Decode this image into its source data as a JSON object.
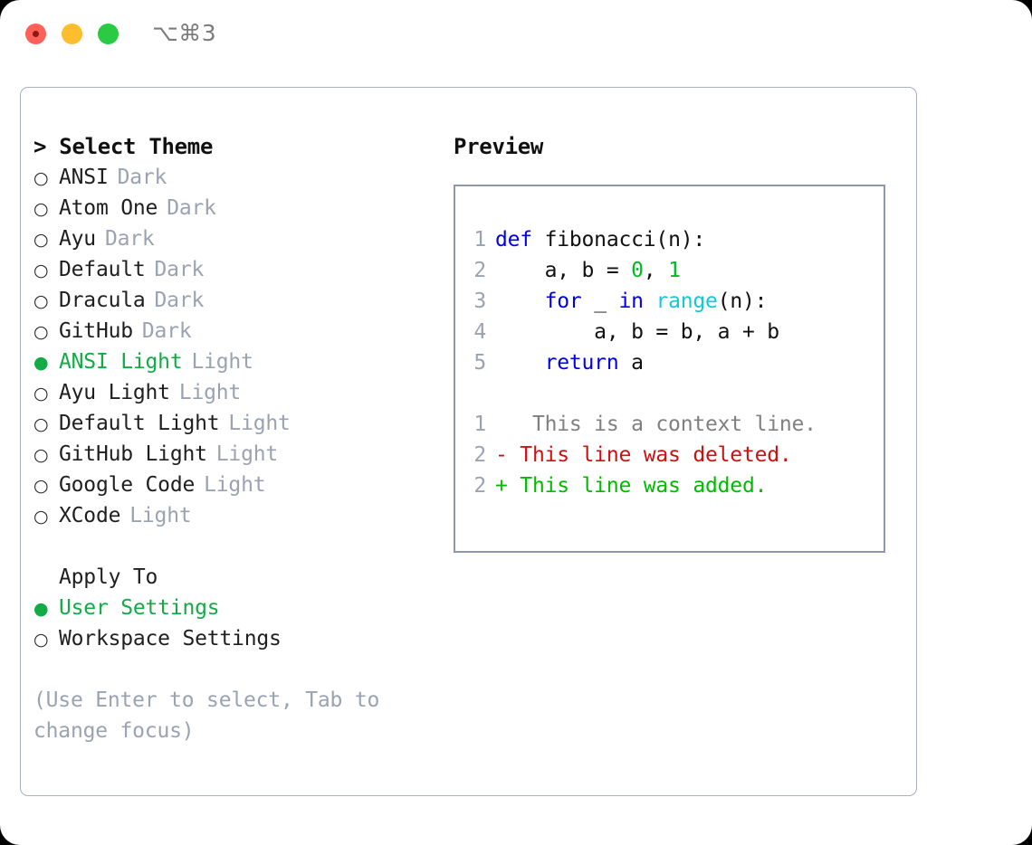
{
  "window": {
    "shortcut": "⌥⌘3",
    "traffic_lights": [
      "close",
      "minimize",
      "maximize"
    ],
    "colors": {
      "close": "#ff6159",
      "minimize": "#ffbd2e",
      "maximize": "#2acb42",
      "accent_green": "#13ab46",
      "panel_border": "#a7b0bd",
      "preview_border": "#8d99ab",
      "muted": "#9aa3b2"
    }
  },
  "theme_panel": {
    "heading": "> Select Theme",
    "markers": {
      "selected": "●",
      "unselected": "○"
    },
    "themes": [
      {
        "name": "ANSI",
        "variant": "Dark",
        "selected": false
      },
      {
        "name": "Atom One",
        "variant": "Dark",
        "selected": false
      },
      {
        "name": "Ayu",
        "variant": "Dark",
        "selected": false
      },
      {
        "name": "Default",
        "variant": "Dark",
        "selected": false
      },
      {
        "name": "Dracula",
        "variant": "Dark",
        "selected": false
      },
      {
        "name": "GitHub",
        "variant": "Dark",
        "selected": false
      },
      {
        "name": "ANSI Light",
        "variant": "Light",
        "selected": true
      },
      {
        "name": "Ayu Light",
        "variant": "Light",
        "selected": false
      },
      {
        "name": "Default Light",
        "variant": "Light",
        "selected": false
      },
      {
        "name": "GitHub Light",
        "variant": "Light",
        "selected": false
      },
      {
        "name": "Google Code",
        "variant": "Light",
        "selected": false
      },
      {
        "name": "XCode",
        "variant": "Light",
        "selected": false
      }
    ],
    "apply_to": {
      "label": "Apply To",
      "options": [
        {
          "name": "User Settings",
          "selected": true
        },
        {
          "name": "Workspace Settings",
          "selected": false
        }
      ]
    },
    "hint": "(Use Enter to select, Tab to change focus)"
  },
  "preview_panel": {
    "heading": "Preview",
    "code_lines": [
      {
        "number": "1",
        "tokens": [
          {
            "text": "def ",
            "type": "kw"
          },
          {
            "text": "fibonacci(n):",
            "type": "txt"
          }
        ]
      },
      {
        "number": "2",
        "tokens": [
          {
            "text": "    a, b = ",
            "type": "txt"
          },
          {
            "text": "0",
            "type": "num"
          },
          {
            "text": ", ",
            "type": "txt"
          },
          {
            "text": "1",
            "type": "num"
          }
        ]
      },
      {
        "number": "3",
        "tokens": [
          {
            "text": "    ",
            "type": "txt"
          },
          {
            "text": "for",
            "type": "kw"
          },
          {
            "text": " _ ",
            "type": "txt"
          },
          {
            "text": "in",
            "type": "kw"
          },
          {
            "text": " ",
            "type": "txt"
          },
          {
            "text": "range",
            "type": "fn"
          },
          {
            "text": "(n):",
            "type": "txt"
          }
        ]
      },
      {
        "number": "4",
        "tokens": [
          {
            "text": "        a, b = b, a + b",
            "type": "txt"
          }
        ]
      },
      {
        "number": "5",
        "tokens": [
          {
            "text": "    ",
            "type": "txt"
          },
          {
            "text": "return",
            "type": "kw"
          },
          {
            "text": " a",
            "type": "txt"
          }
        ]
      }
    ],
    "diff_lines": [
      {
        "number": "1",
        "marker": " ",
        "text": "  This is a context line.",
        "type": "ctx"
      },
      {
        "number": "2",
        "marker": "-",
        "text": " This line was deleted.",
        "type": "del"
      },
      {
        "number": "2",
        "marker": "+",
        "text": " This line was added.",
        "type": "add"
      }
    ]
  }
}
